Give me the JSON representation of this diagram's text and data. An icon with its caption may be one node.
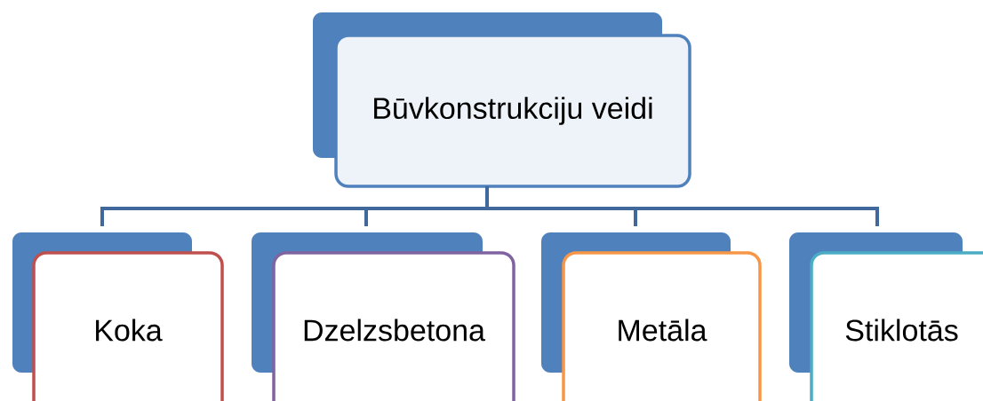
{
  "diagram": {
    "nodes": [
      {
        "text": [
          "Būvkonstrukciju veidi"
        ]
      },
      {
        "text": [
          "Koka"
        ]
      },
      {
        "text": [
          "Dzelzsbetona"
        ]
      },
      {
        "text": [
          "Metāla"
        ]
      },
      {
        "text": [
          "Stiklotās"
        ]
      }
    ],
    "edges": [
      {
        "from": 0,
        "to": 1,
        "arrow": "none"
      },
      {
        "from": 0,
        "to": 2,
        "arrow": "none"
      },
      {
        "from": 0,
        "to": 3,
        "arrow": "none"
      },
      {
        "from": 0,
        "to": 4,
        "arrow": "none"
      }
    ]
  }
}
